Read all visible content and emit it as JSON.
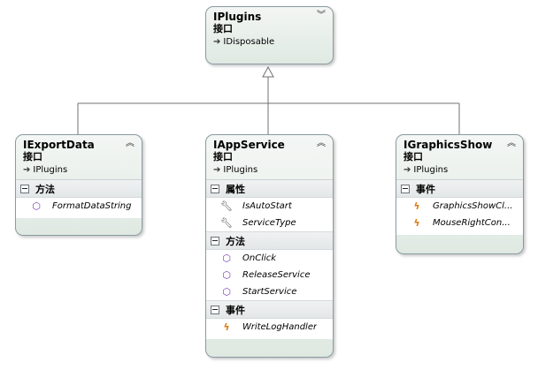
{
  "diagram": {
    "iplugins": {
      "title": "IPlugins",
      "kind": "接口",
      "base": "IDisposable",
      "sections": []
    },
    "iexportdata": {
      "title": "IExportData",
      "kind": "接口",
      "base": "IPlugins",
      "sections": [
        {
          "label": "方法",
          "items": [
            {
              "type": "method",
              "label": "FormatDataString"
            }
          ]
        }
      ]
    },
    "iappservice": {
      "title": "IAppService",
      "kind": "接口",
      "base": "IPlugins",
      "sections": [
        {
          "label": "属性",
          "items": [
            {
              "type": "property",
              "label": "IsAutoStart"
            },
            {
              "type": "property",
              "label": "ServiceType"
            }
          ]
        },
        {
          "label": "方法",
          "items": [
            {
              "type": "method",
              "label": "OnClick"
            },
            {
              "type": "method",
              "label": "ReleaseService"
            },
            {
              "type": "method",
              "label": "StartService"
            }
          ]
        },
        {
          "label": "事件",
          "items": [
            {
              "type": "event",
              "label": "WriteLogHandler"
            }
          ]
        }
      ]
    },
    "igraphicsshow": {
      "title": "IGraphicsShow",
      "kind": "接口",
      "base": "IPlugins",
      "sections": [
        {
          "label": "事件",
          "items": [
            {
              "type": "event",
              "label": "GraphicsShowCl..."
            },
            {
              "type": "event",
              "label": "MouseRightCon..."
            }
          ]
        }
      ]
    }
  }
}
